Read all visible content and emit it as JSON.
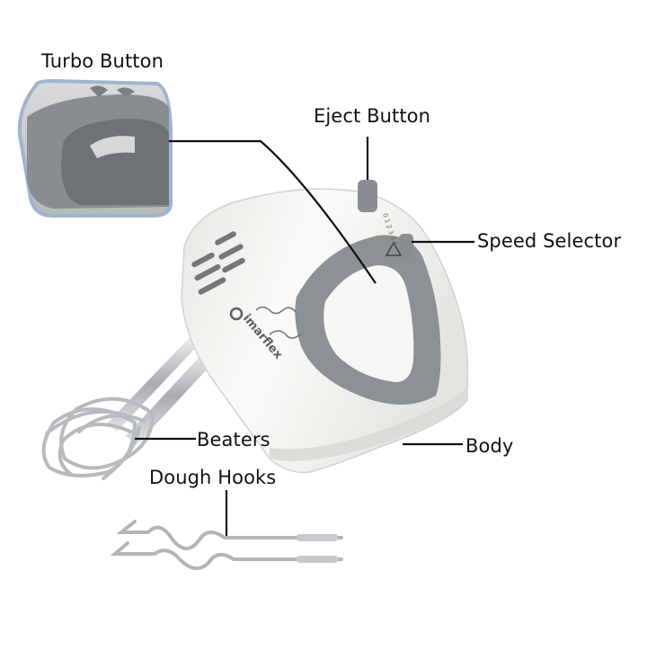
{
  "labels": {
    "turbo_button": "Turbo Button",
    "eject_button": "Eject Button",
    "speed_selector": "Speed Selector",
    "beaters": "Beaters",
    "body": "Body",
    "dough_hooks": "Dough Hooks"
  },
  "product": {
    "brand": "imarflex",
    "speed_markings": "0 1 2 3 4 5"
  },
  "colors": {
    "body_white": "#f3f3f1",
    "accent_gray": "#8c9195",
    "metal": "#c9ccce",
    "inset_border": "#9fb4cf"
  }
}
